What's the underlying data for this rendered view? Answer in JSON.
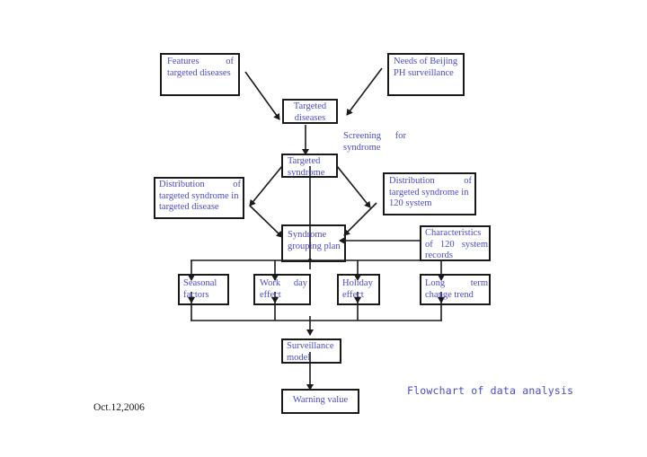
{
  "diagram": {
    "type": "flowchart",
    "caption": "Flowchart of data analysis",
    "date": "Oct.12,2006",
    "colors": {
      "text": "#4a4ad0",
      "lines": "#1a1a1a",
      "background": "#ffffff"
    },
    "nodes": {
      "features": {
        "line1": "Features",
        "line1b": "of",
        "line2": "targeted diseases"
      },
      "needs": {
        "line1": "Needs of Beijing",
        "line2": "PH surveillance"
      },
      "targeted_diseases": {
        "line1": "Targeted",
        "line2": "diseases"
      },
      "screening_label": {
        "line1a": "Screening",
        "line1b": "for",
        "line2": "syndrome"
      },
      "targeted_syndrome": {
        "line1": "Targeted",
        "line2": "syndrome"
      },
      "dist_disease": {
        "line1a": "Distribution",
        "line1b": "of",
        "line2": "targeted syndrome in",
        "line3": "targeted disease"
      },
      "dist_120": {
        "line1a": "Distribution",
        "line1b": "of",
        "line2": "targeted syndrome in",
        "line3": "120 system"
      },
      "grouping_plan": {
        "line1": "Syndrome",
        "line2": "grouping plan"
      },
      "characteristics": {
        "line1": "Characteristics",
        "line2": "of 120 system",
        "line3": "records"
      },
      "seasonal": {
        "line1": "Seasonal",
        "line2": "factors"
      },
      "workday": {
        "line1a": "Work",
        "line1b": "day",
        "line2": "effect"
      },
      "holiday": {
        "line1": "Holiday",
        "line2": "effect"
      },
      "longterm": {
        "line1a": "Long",
        "line1b": "term",
        "line2": "change trend"
      },
      "surveillance_model": {
        "line1": "Surveillance",
        "line2": "model"
      },
      "warning_value": {
        "line1": "Warning value"
      }
    },
    "edges": [
      [
        "features",
        "targeted_diseases"
      ],
      [
        "needs",
        "targeted_diseases"
      ],
      [
        "targeted_diseases",
        "targeted_syndrome"
      ],
      [
        "targeted_syndrome",
        "dist_disease"
      ],
      [
        "targeted_syndrome",
        "dist_120"
      ],
      [
        "dist_disease",
        "grouping_plan"
      ],
      [
        "dist_120",
        "grouping_plan"
      ],
      [
        "characteristics",
        "grouping_plan"
      ],
      [
        "grouping_plan",
        "seasonal"
      ],
      [
        "grouping_plan",
        "workday"
      ],
      [
        "grouping_plan",
        "holiday"
      ],
      [
        "grouping_plan",
        "longterm"
      ],
      [
        "seasonal",
        "surveillance_model"
      ],
      [
        "workday",
        "surveillance_model"
      ],
      [
        "holiday",
        "surveillance_model"
      ],
      [
        "longterm",
        "surveillance_model"
      ],
      [
        "surveillance_model",
        "warning_value"
      ]
    ]
  }
}
